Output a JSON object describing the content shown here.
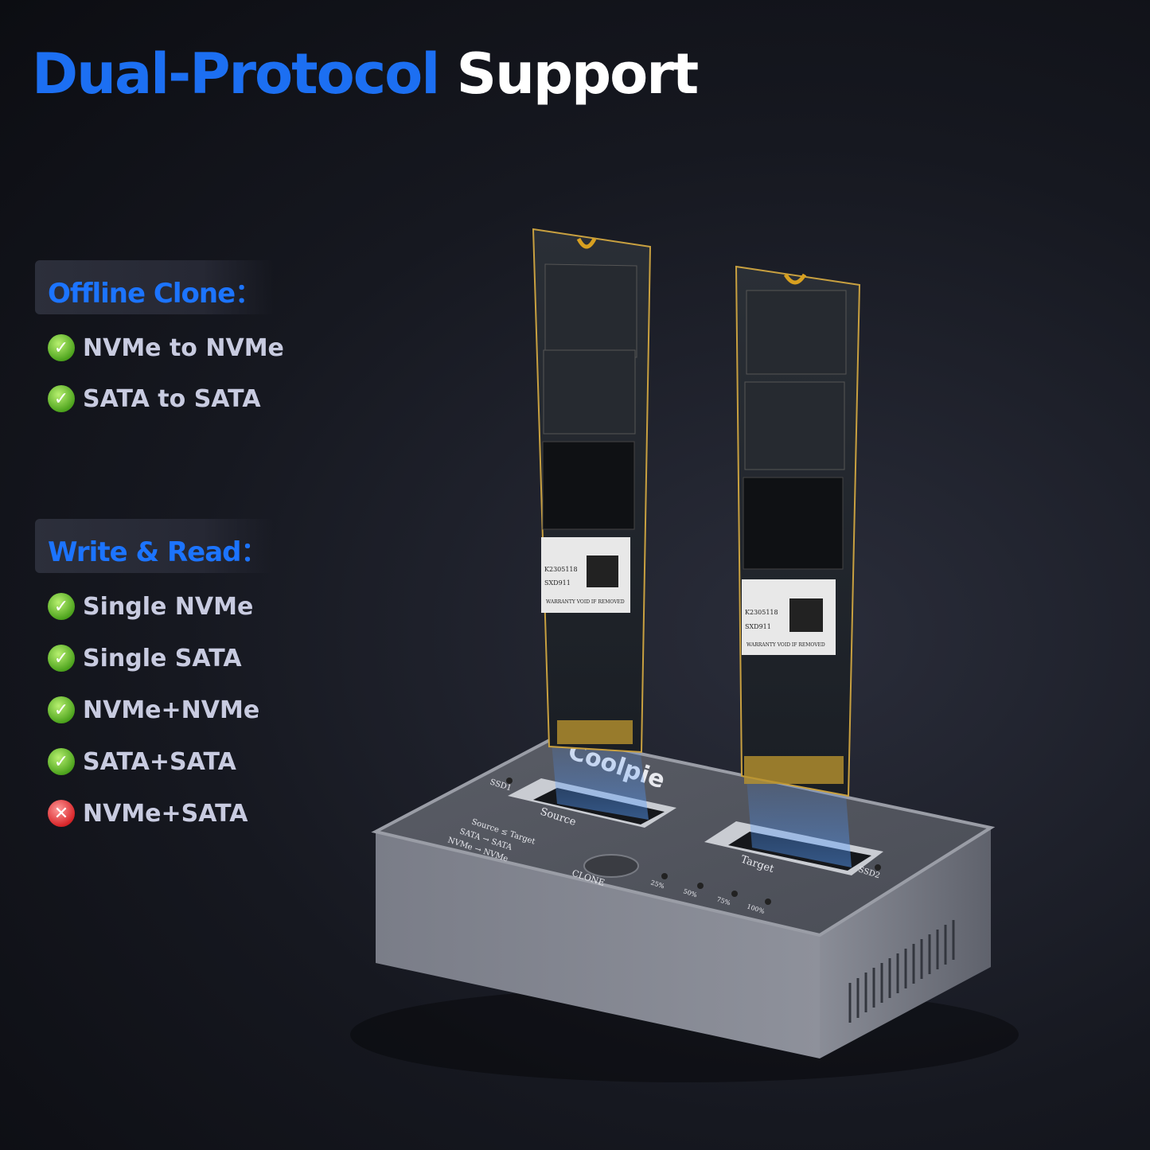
{
  "title": {
    "part1": "Dual-Protocol",
    "part2": "Support"
  },
  "colors": {
    "accent_blue": "#1c6ff2",
    "check_green": "#4ea41e",
    "cross_red": "#d8262a",
    "dock_gray": "#6e717c"
  },
  "sections": [
    {
      "heading": "Offline Clone：",
      "items": [
        {
          "label": "NVMe to NVMe",
          "status": "check-icon"
        },
        {
          "label": "SATA to SATA",
          "status": "check-icon"
        }
      ]
    },
    {
      "heading": "Write & Read：",
      "items": [
        {
          "label": "Single NVMe",
          "status": "check-icon"
        },
        {
          "label": "Single SATA",
          "status": "check-icon"
        },
        {
          "label": "NVMe+NVMe",
          "status": "check-icon"
        },
        {
          "label": "SATA+SATA",
          "status": "check-icon"
        },
        {
          "label": "NVMe+SATA",
          "status": "cross-icon"
        }
      ]
    }
  ],
  "device": {
    "brand": "Coolpie",
    "slot1_label": "Source",
    "slot2_label": "Target",
    "led1": "SSD1",
    "led2": "SSD2",
    "guide": [
      "Source ≤ Target",
      "SATA → SATA",
      "NVMe → NVMe"
    ],
    "button_label": "CLONE",
    "progress_leds": [
      "25%",
      "50%",
      "75%",
      "100%"
    ],
    "ssd_label": {
      "line1": "K2305118",
      "line2": "SXD911",
      "line3": "WARRANTY VOID IF REMOVED"
    }
  }
}
